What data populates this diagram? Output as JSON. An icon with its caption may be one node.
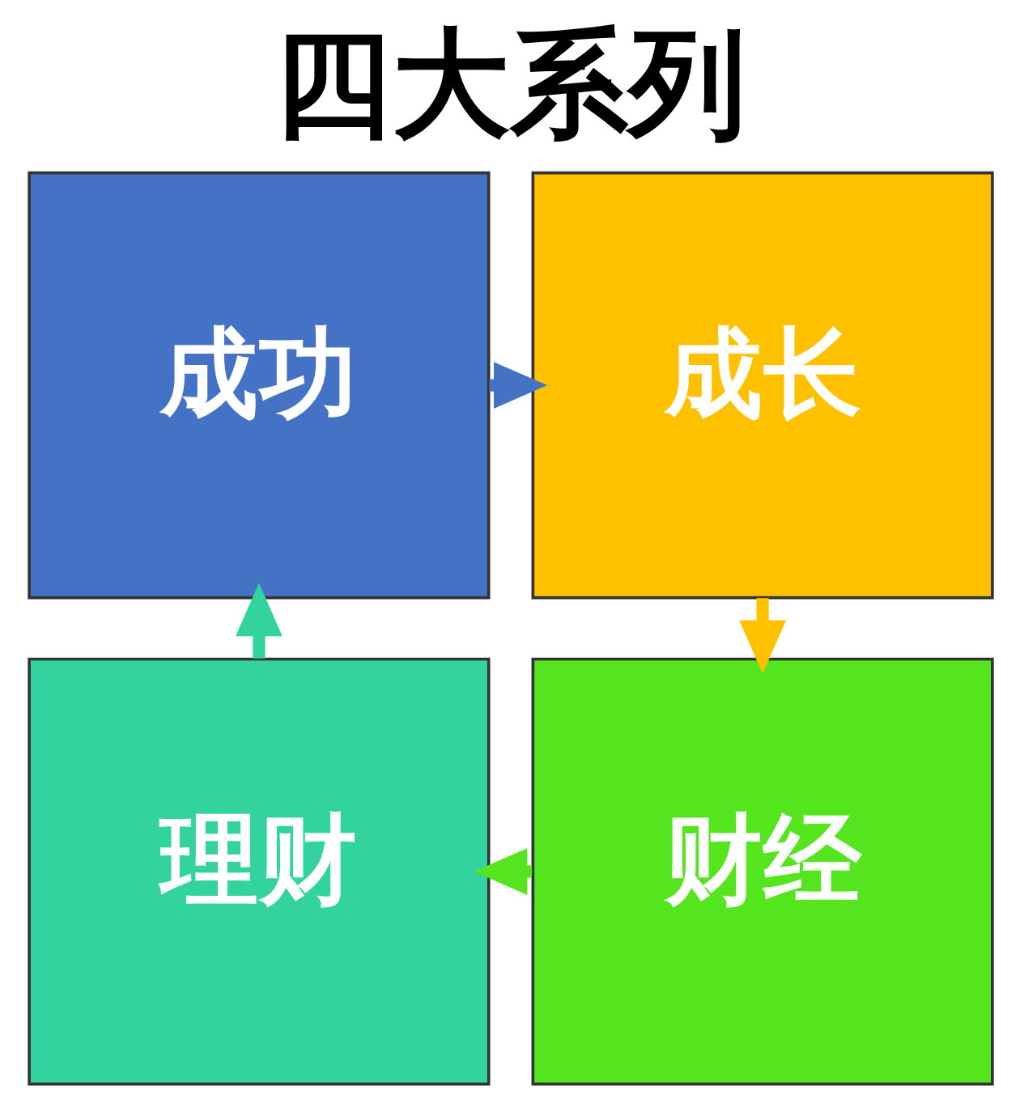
{
  "diagram": {
    "title": "四大系列",
    "nodes": [
      {
        "text": [
          "成功"
        ]
      },
      {
        "text": [
          "成长"
        ]
      },
      {
        "text": [
          "财经"
        ]
      },
      {
        "text": [
          "理财"
        ]
      }
    ],
    "edges": [
      {
        "from": 0,
        "to": 1,
        "arrow": "to",
        "color": "#4472c4"
      },
      {
        "from": 1,
        "to": 2,
        "arrow": "to",
        "color": "#ffc000"
      },
      {
        "from": 2,
        "to": 3,
        "arrow": "to",
        "color": "#55e51f"
      },
      {
        "from": 3,
        "to": 0,
        "arrow": "to",
        "color": "#33d3a0"
      }
    ]
  }
}
